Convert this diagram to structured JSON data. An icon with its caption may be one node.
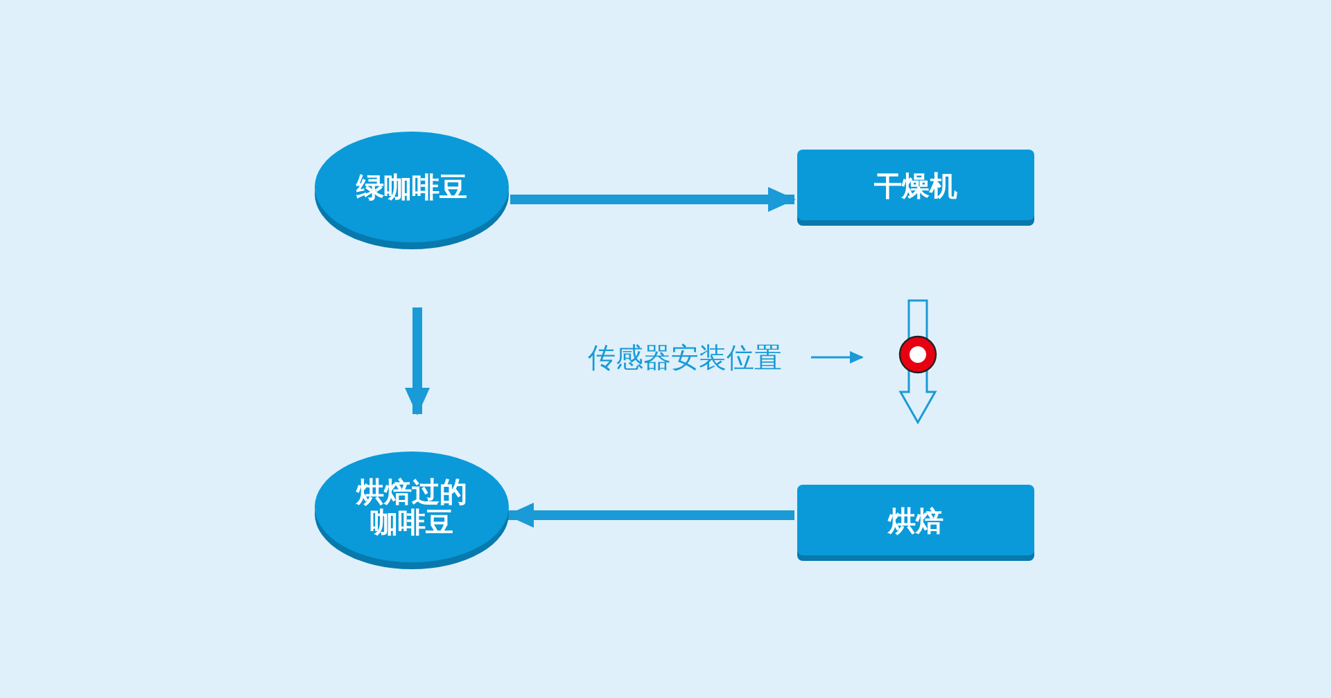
{
  "diagram": {
    "nodes": [
      {
        "text": [
          "绿咖啡豆"
        ]
      },
      {
        "text": [
          "干燥机"
        ]
      },
      {
        "text": [
          "传感器安装位置"
        ]
      },
      {
        "text": [],
        "shape": "circle"
      },
      {
        "text": [
          "烘焙过的咖啡豆"
        ]
      },
      {
        "text": [
          "烘焙"
        ]
      }
    ],
    "edges": [
      {
        "from": 0,
        "to": 1,
        "arrow": "to"
      },
      {
        "from": 0,
        "to": 4,
        "arrow": "to"
      },
      {
        "from": 2,
        "to": 3,
        "arrow": "to"
      },
      {
        "from": 1,
        "to": 5,
        "arrow": "to"
      },
      {
        "from": 5,
        "to": 4,
        "arrow": "to"
      }
    ]
  }
}
